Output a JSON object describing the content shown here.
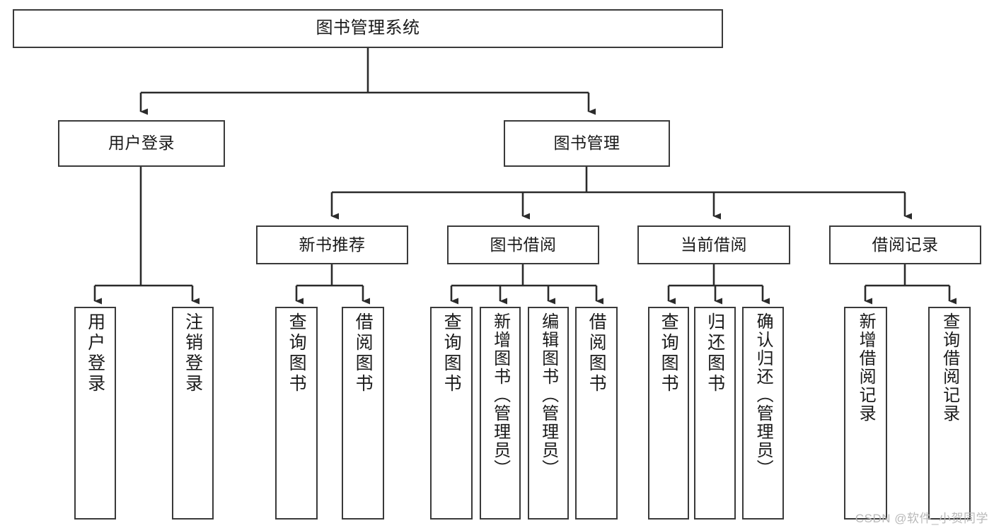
{
  "diagram": {
    "type": "tree",
    "title": "图书管理系统",
    "orientation": "top-down",
    "colors": {
      "box_border": "#3a3a3a",
      "box_fill": "#ffffff",
      "connector": "#2b2b2b",
      "text": "#1a1a1a",
      "watermark": "#b9b9b9"
    },
    "nodes": {
      "root": {
        "label": "图书管理系统"
      },
      "level2": [
        {
          "label": "用户登录"
        },
        {
          "label": "图书管理"
        }
      ],
      "level3": [
        {
          "label": "新书推荐"
        },
        {
          "label": "图书借阅"
        },
        {
          "label": "当前借阅"
        },
        {
          "label": "借阅记录"
        }
      ],
      "leaves": {
        "user_login": [
          {
            "label": "用户登录"
          },
          {
            "label": "注销登录"
          }
        ],
        "new_book_recommend": [
          {
            "label": "查询图书"
          },
          {
            "label": "借阅图书"
          }
        ],
        "book_borrow": [
          {
            "label": "查询图书"
          },
          {
            "label": "新增图书（管理员）"
          },
          {
            "label": "编辑图书（管理员）"
          },
          {
            "label": "借阅图书"
          }
        ],
        "current_borrow": [
          {
            "label": "查询图书"
          },
          {
            "label": "归还图书"
          },
          {
            "label": "确认归还（管理员）"
          }
        ],
        "borrow_record": [
          {
            "label": "新增借阅记录"
          },
          {
            "label": "查询借阅记录"
          }
        ]
      }
    },
    "watermark": "CSDN @软件_小贺同学"
  }
}
